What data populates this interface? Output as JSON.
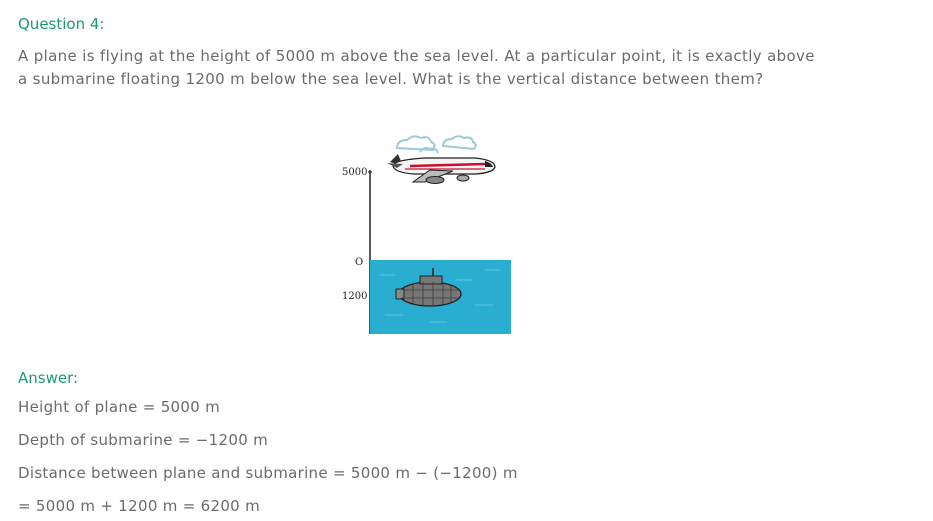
{
  "question": {
    "heading": "Question 4:",
    "text": "A plane is flying at the height of 5000 m above the sea level. At a particular point, it is exactly above a submarine floating 1200 m below the sea level. What is the vertical distance between them?"
  },
  "figure": {
    "label_top": "5000",
    "label_zero": "O",
    "label_bottom": "1200",
    "water_color": "#29aed2",
    "plane_icon": "airplane-icon",
    "submarine_icon": "submarine-icon",
    "cloud_icon": "cloud-icon"
  },
  "answer": {
    "heading": "Answer:",
    "lines": [
      "Height of plane = 5000 m",
      "Depth of submarine = −1200 m",
      "Distance between plane and submarine = 5000 m − (−1200) m",
      "= 5000 m + 1200 m = 6200 m"
    ]
  }
}
